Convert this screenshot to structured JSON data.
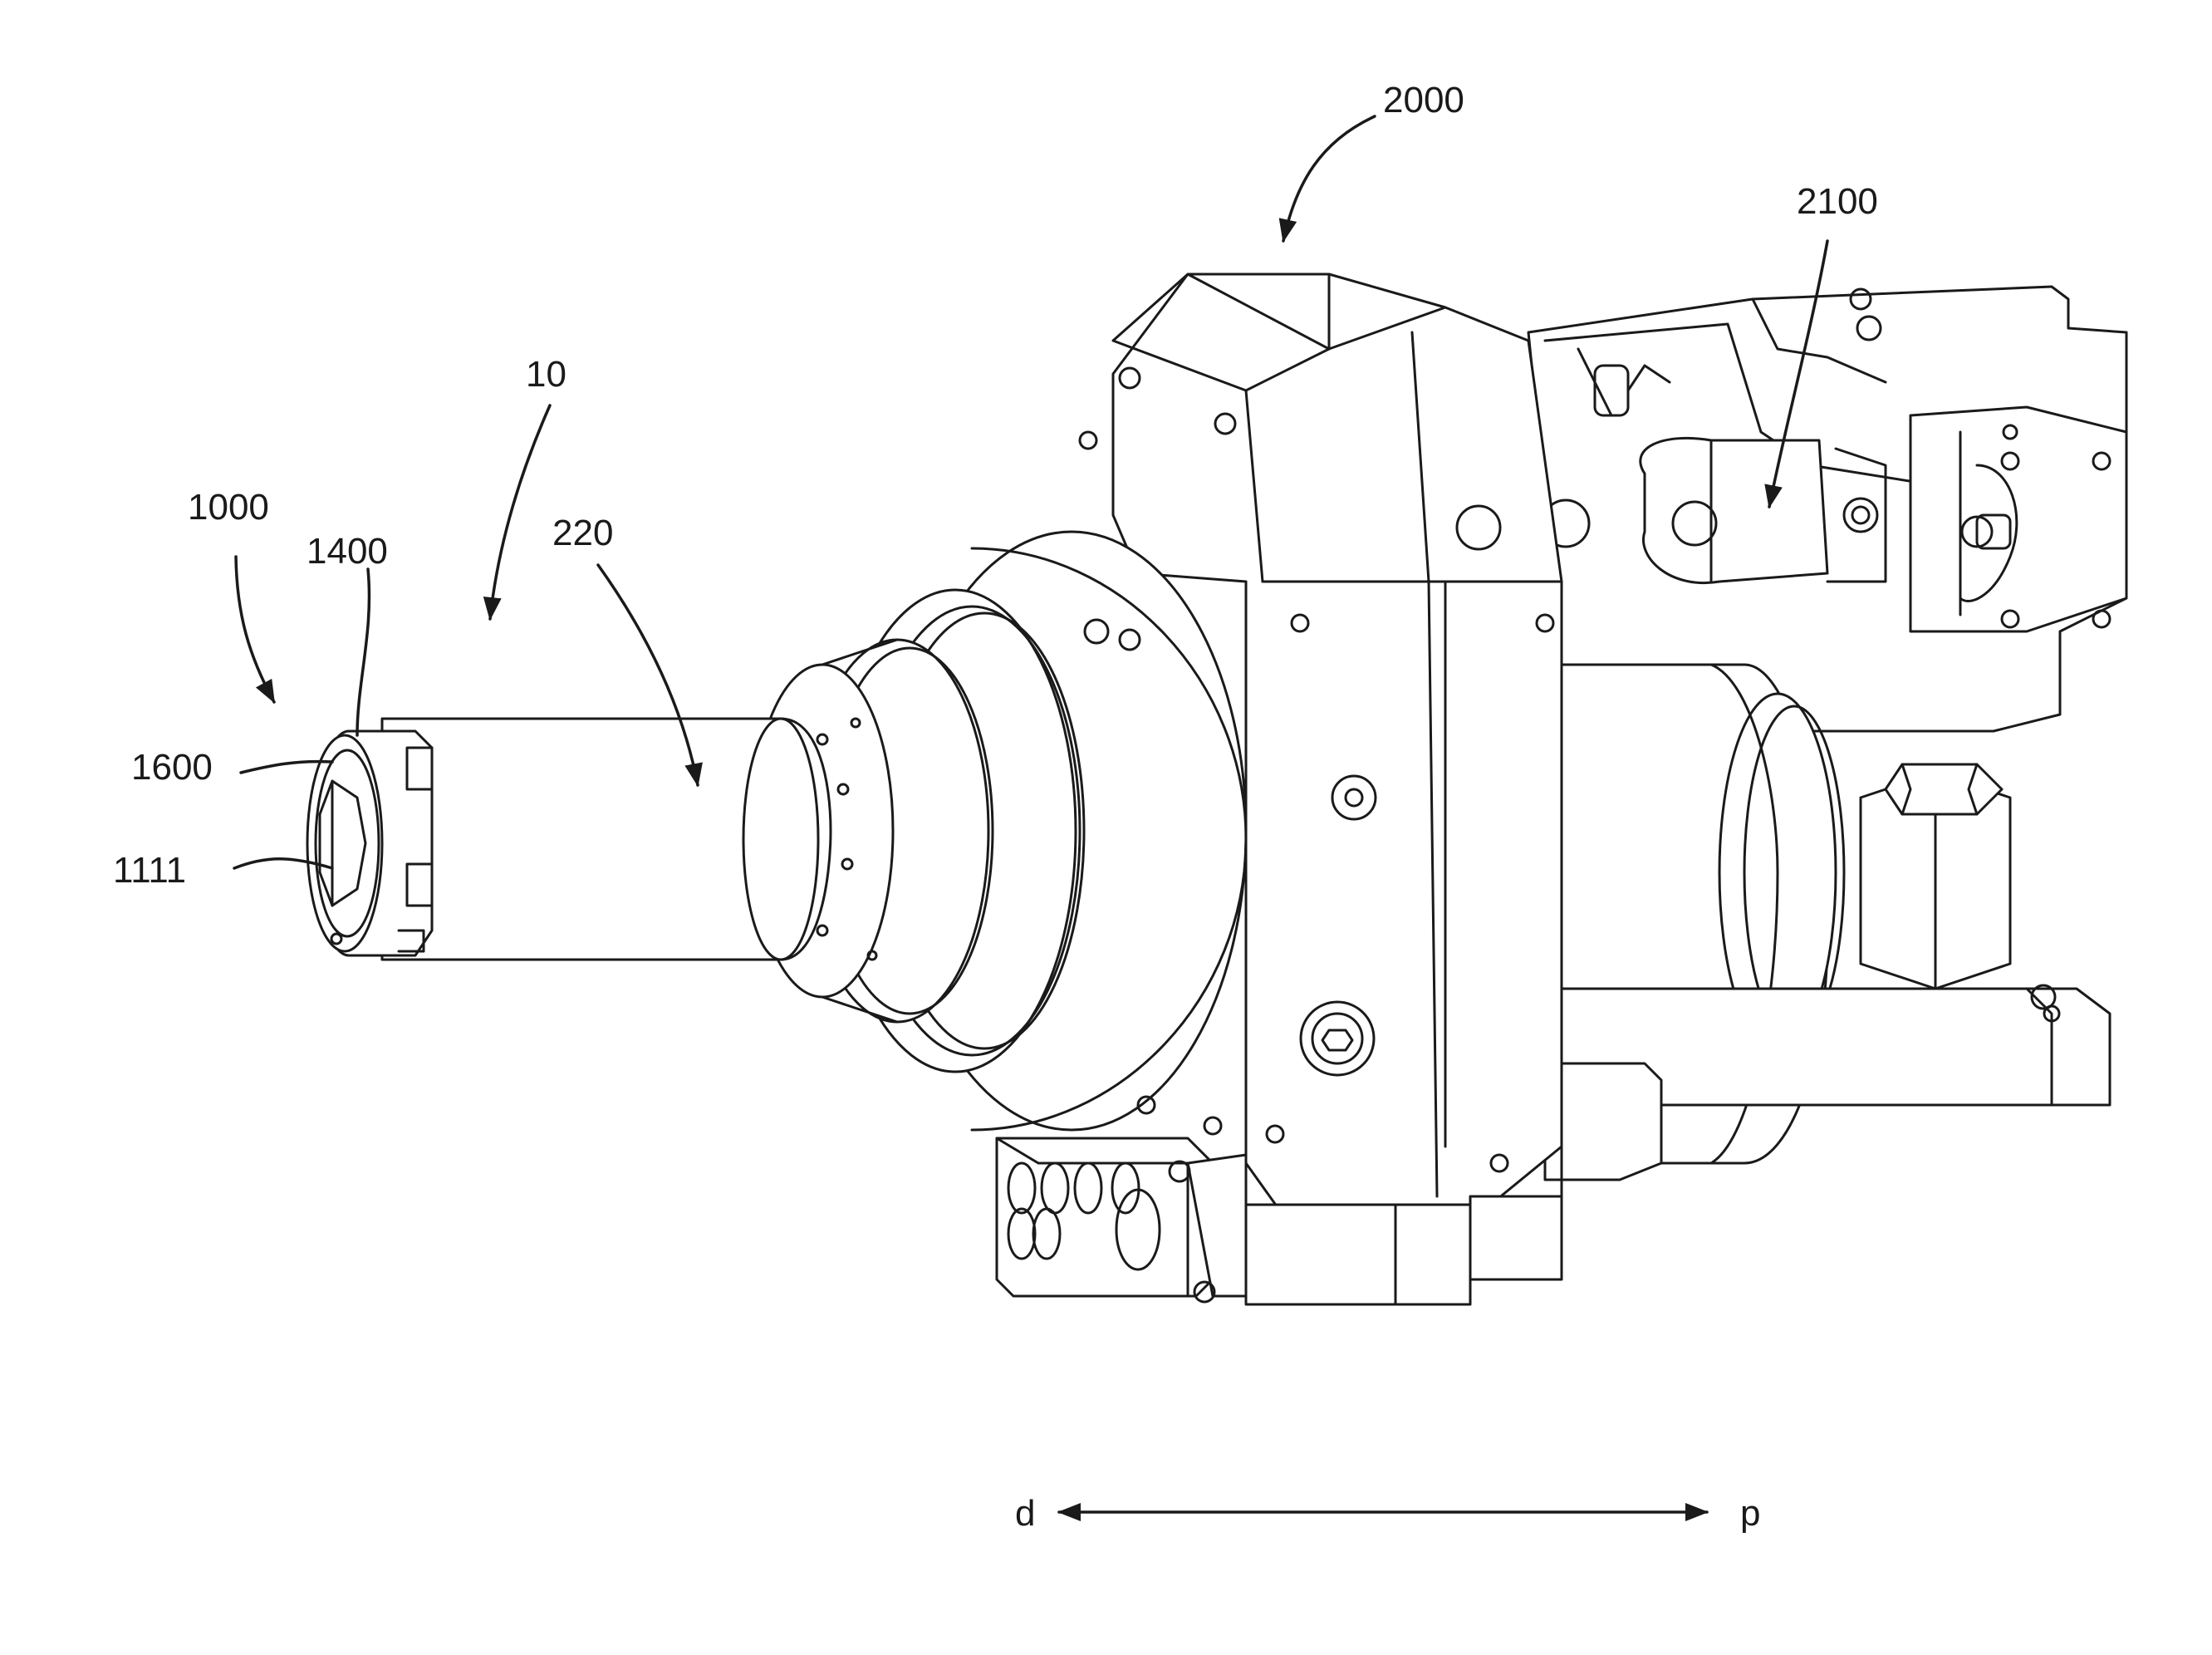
{
  "figure": {
    "labels": {
      "l1000": "1000",
      "l1400": "1400",
      "l10": "10",
      "l220": "220",
      "l1600": "1600",
      "l1111": "1111",
      "l2000": "2000",
      "l2100": "2100"
    },
    "direction": {
      "distal": "d",
      "proximal": "p"
    },
    "colors": {
      "line": "#1a1a1a",
      "background": "#ffffff"
    }
  }
}
